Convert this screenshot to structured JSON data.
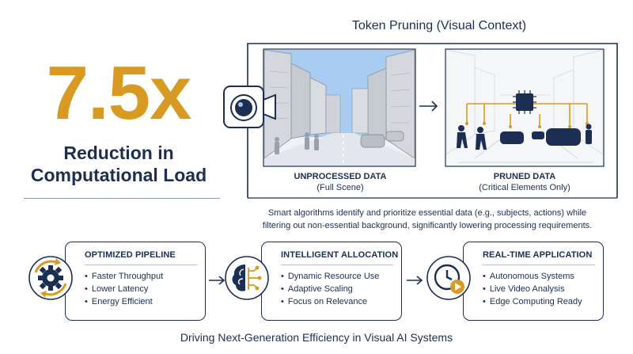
{
  "hero": {
    "number": "7.5x",
    "caption_line1": "Reduction in",
    "caption_line2": "Computational Load"
  },
  "pruning": {
    "title": "Token Pruning (Visual Context)",
    "left_scene": {
      "label": "UNPROCESSED DATA",
      "sublabel": "(Full Scene)"
    },
    "right_scene": {
      "label": "PRUNED DATA",
      "sublabel": "(Critical Elements Only)"
    },
    "description_line1": "Smart algorithms identify and prioritize essential data (e.g., subjects, actions) while",
    "description_line2": "filtering out non-essential background, significantly lowering processing requirements."
  },
  "cards": [
    {
      "title": "OPTIMIZED PIPELINE",
      "icon": "gear-icon",
      "items": [
        "Faster Throughput",
        "Lower Latency",
        "Energy Efficient"
      ]
    },
    {
      "title": "INTELLIGENT ALLOCATION",
      "icon": "brain-circuit-icon",
      "items": [
        "Dynamic Resource Use",
        "Adaptive Scaling",
        "Focus on Relevance"
      ]
    },
    {
      "title": "REAL-TIME APPLICATION",
      "icon": "clock-play-icon",
      "items": [
        "Autonomous Systems",
        "Live Video Analysis",
        "Edge Computing Ready"
      ]
    }
  ],
  "footer": {
    "tagline": "Driving Next-Generation Efficiency in Visual AI Systems"
  },
  "colors": {
    "navy": "#1c2f52",
    "gold": "#d89a22",
    "sky": "#9cc4ec"
  }
}
